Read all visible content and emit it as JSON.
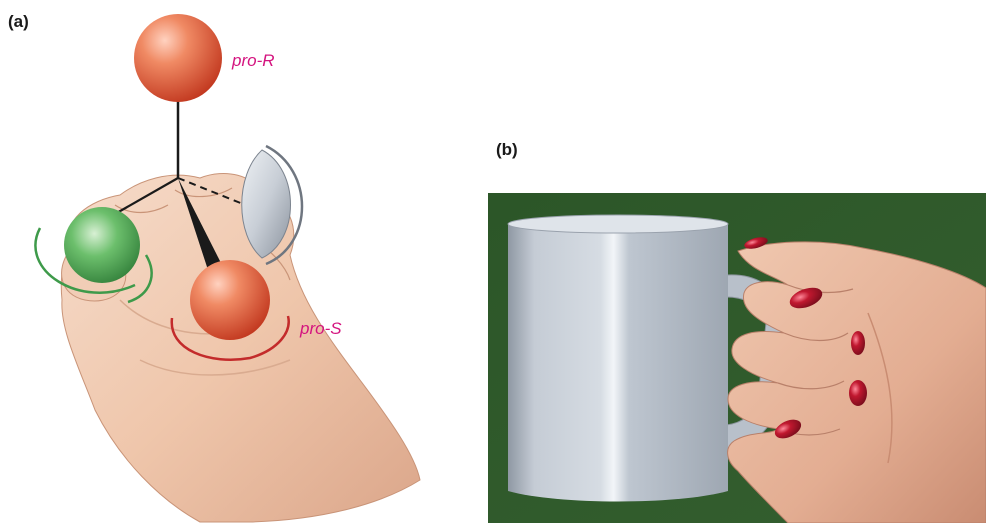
{
  "panel_a": {
    "label": "(a)",
    "atom_top_label": "pro-R",
    "atom_bottom_label": "pro-S"
  },
  "panel_b": {
    "label": "(b)"
  },
  "colors": {
    "label_magenta": "#d4147f",
    "red_atom": "#e0573a",
    "green_atom": "#3f9a4a",
    "grey_atom": "#c2c9d2",
    "skin": "#efc7ad",
    "photo_background": "#2f5a2b",
    "mug": "#b9c2cc",
    "nail_polish": "#b3162c"
  },
  "icons": {
    "panel_a": "hand-holding-prochiral-center-illustration",
    "panel_b": "hand-holding-mug-photo"
  }
}
